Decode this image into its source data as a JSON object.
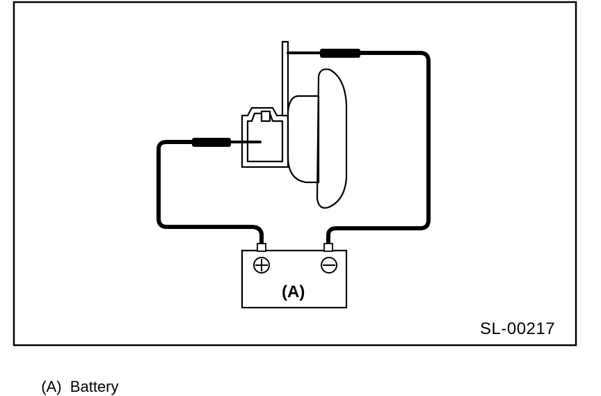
{
  "diagram": {
    "battery_callout": "(A)",
    "reference_code": "SL-00217",
    "terminals": {
      "positive_icon": "plus-circle-icon",
      "negative_icon": "minus-circle-icon"
    }
  },
  "legend": {
    "key": "(A)",
    "label": "Battery"
  }
}
